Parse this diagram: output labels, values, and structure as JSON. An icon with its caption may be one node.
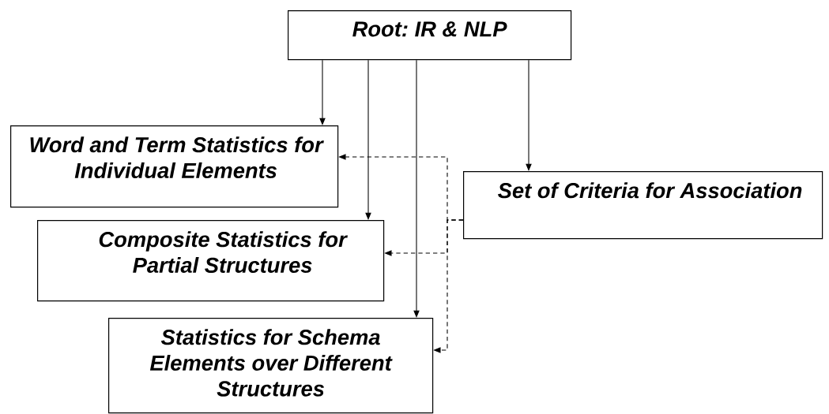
{
  "diagram": {
    "nodes": [
      {
        "text": [
          "Root: IR & NLP"
        ]
      },
      {
        "text": [
          "Word and Term Statistics for Individual Elements"
        ]
      },
      {
        "text": [
          "Set of Criteria for Association"
        ]
      },
      {
        "text": [
          "Composite Statistics for Partial Structures"
        ]
      },
      {
        "text": [
          "Statistics for Schema Elements over Different Structures"
        ]
      }
    ],
    "edges": [
      {
        "from": 0,
        "to": 1,
        "arrow": "to"
      },
      {
        "from": 0,
        "to": 3,
        "arrow": "to"
      },
      {
        "from": 0,
        "to": 4,
        "arrow": "to"
      },
      {
        "from": 0,
        "to": 2,
        "arrow": "to"
      },
      {
        "from": 2,
        "to": 1,
        "arrow": "to",
        "style": "dashed"
      },
      {
        "from": 2,
        "to": 3,
        "arrow": "to",
        "style": "dashed"
      },
      {
        "from": 2,
        "to": 4,
        "arrow": "to",
        "style": "dashed"
      }
    ]
  }
}
